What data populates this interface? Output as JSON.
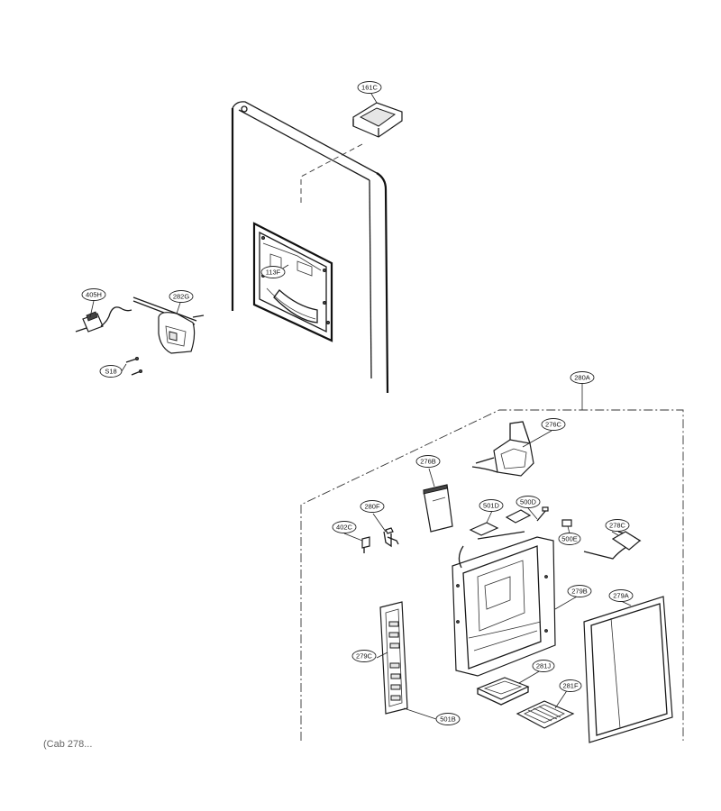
{
  "labels": {
    "l161c": "161C",
    "l113f": "113F",
    "l405h": "405H",
    "l282g": "282G",
    "s18": "S18",
    "l280a": "280A",
    "l276c": "276C",
    "l276b": "276B",
    "l280f": "280F",
    "l501d": "501D",
    "l500d": "500D",
    "l402c": "402C",
    "l500e": "500E",
    "l278c": "278C",
    "l279b": "279B",
    "l279a": "279A",
    "l279c": "279C",
    "l281j": "281J",
    "l281f": "281F",
    "l501b": "501B"
  },
  "footer_text": "(Cab 278..."
}
